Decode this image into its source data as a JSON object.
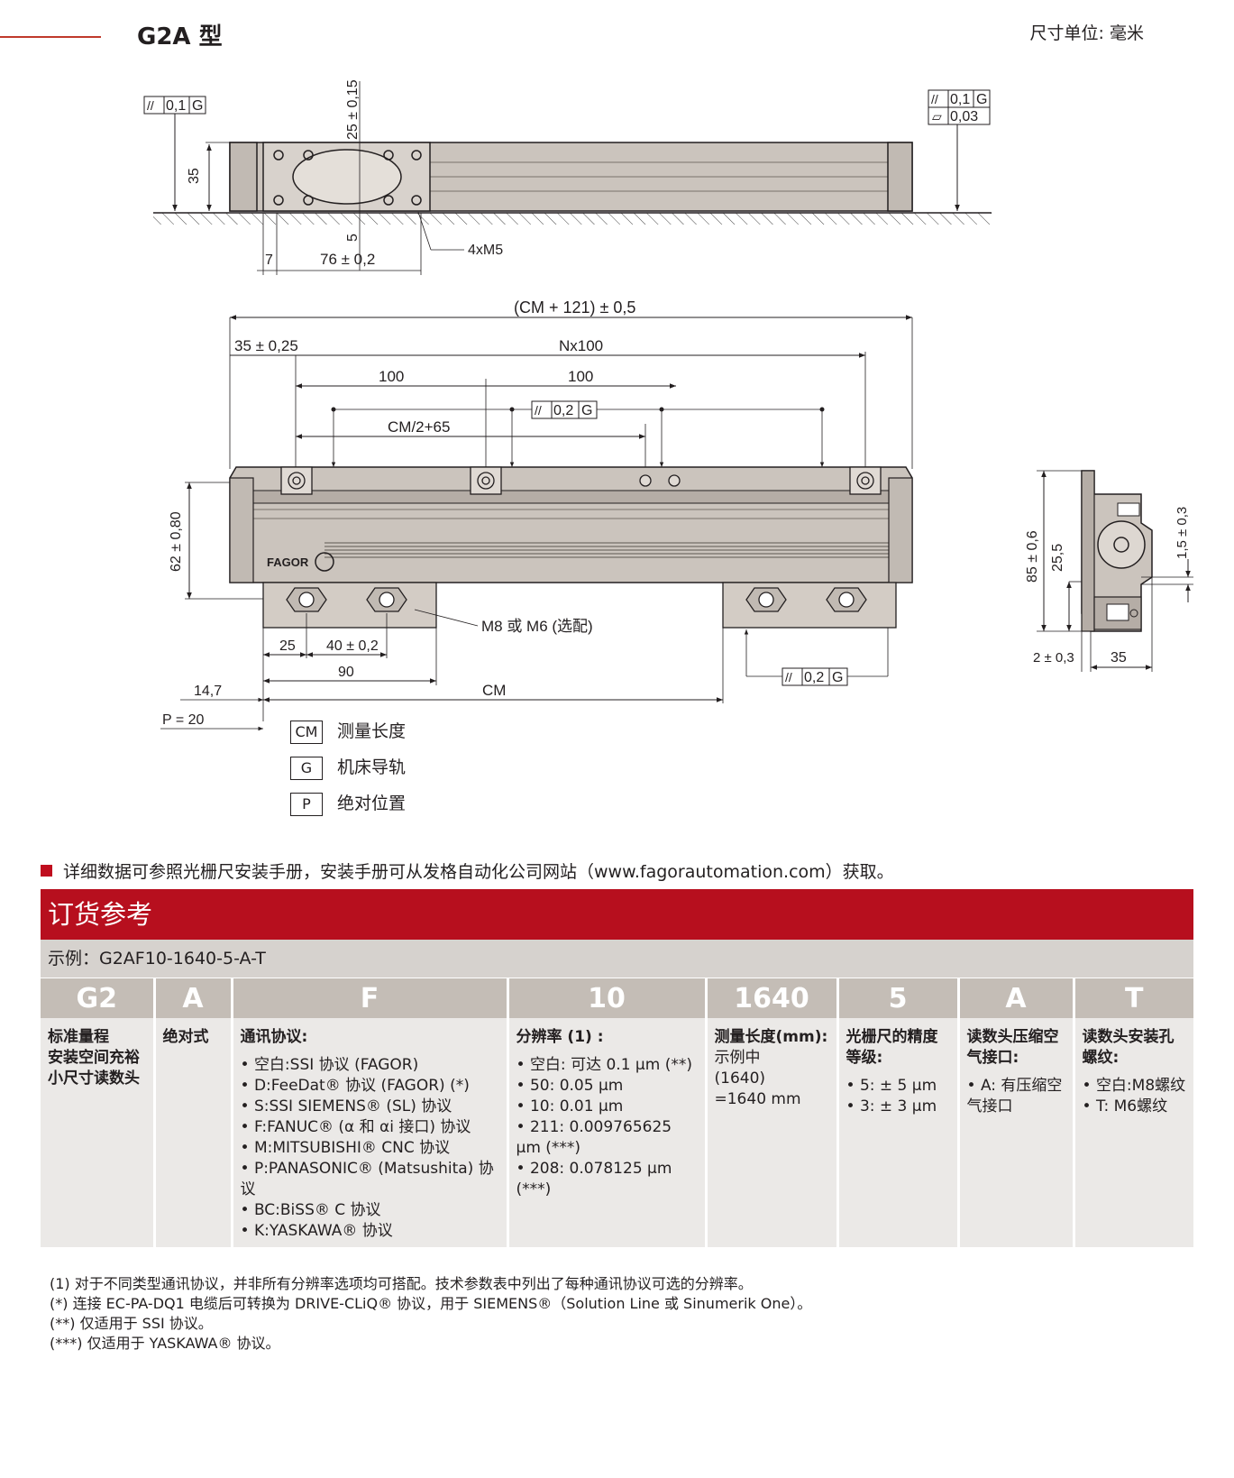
{
  "header": {
    "title": "G2A 型",
    "unit": "尺寸单位: 毫米"
  },
  "drawing": {
    "top": {
      "tol_left": [
        "0,1",
        "G"
      ],
      "tol_right_1": [
        "0,1",
        "G"
      ],
      "tol_right_2": "0,03",
      "dim_25": "25 ± 0,15",
      "dim_35": "35",
      "dim_5": "5",
      "dim_7": "7",
      "dim_76": "76 ± 0,2",
      "thread": "4xM5"
    },
    "front": {
      "overall": "(CM + 121) ± 0,5",
      "dim_35": "35 ± 0,25",
      "pitch": "Nx100",
      "d100a": "100",
      "d100b": "100",
      "tol_mid": [
        "0,2",
        "G"
      ],
      "cm_half": "CM/2+65",
      "h62": "62 ± 0,80",
      "brand": "FAGOR",
      "screw": "M8 或 M6 (选配)",
      "d25": "25",
      "d40": "40 ± 0,2",
      "d90": "90",
      "d14": "14,7",
      "cm": "CM",
      "p20": "P = 20",
      "tol_bottom": [
        "0,2",
        "G"
      ]
    },
    "side": {
      "h85": "85 ± 0,6",
      "h25": "25,5",
      "h15": "1,5 ± 0,3",
      "w2": "2 ± 0,3",
      "w35": "35"
    }
  },
  "legend": [
    {
      "code": "CM",
      "text": "测量长度"
    },
    {
      "code": "G",
      "text": "机床导轨"
    },
    {
      "code": "P",
      "text": "绝对位置"
    }
  ],
  "note": "详细数据可参照光栅尺安装手册，安装手册可从发格自动化公司网站（www.fagorautomation.com）获取。",
  "order": {
    "title": "订货参考",
    "example": "示例：G2AF10-1640-5-A-T",
    "columns": [
      {
        "code": "G2",
        "lines": [
          "标准量程",
          "安装空间充裕",
          "小尺寸读数头"
        ],
        "items": []
      },
      {
        "code": "A",
        "lines": [
          "绝对式"
        ],
        "items": []
      },
      {
        "code": "F",
        "lines": [
          "通讯协议:"
        ],
        "items": [
          "空白:SSI 协议 (FAGOR)",
          "D:FeeDat® 协议 (FAGOR) (*)",
          "S:SSI SIEMENS® (SL) 协议",
          "F:FANUC® (α 和 αi 接口) 协议",
          "M:MITSUBISHI® CNC 协议",
          "P:PANASONIC® (Matsushita) 协议",
          "BC:BiSS® C 协议",
          "K:YASKAWA® 协议"
        ]
      },
      {
        "code": "10",
        "lines": [
          "分辨率 (1) :"
        ],
        "items": [
          "空白: 可达 0.1 µm (**)",
          "50: 0.05 µm",
          "10: 0.01 µm",
          "211: 0.009765625 µm (***)",
          "208: 0.078125 µm (***)"
        ]
      },
      {
        "code": "1640",
        "lines": [
          "测量长度(mm):",
          "示例中",
          "(1640)",
          "=1640 mm"
        ],
        "items": []
      },
      {
        "code": "5",
        "lines": [
          "光栅尺的精度等级:"
        ],
        "items": [
          "5: ± 5 µm",
          "3: ± 3 µm"
        ]
      },
      {
        "code": "A",
        "lines": [
          "读数头压缩空气接口:"
        ],
        "items": [
          "A: 有压缩空气接口"
        ]
      },
      {
        "code": "T",
        "lines": [
          "读数头安装孔螺纹:"
        ],
        "items": [
          "空白:M8螺纹",
          "T: M6螺纹"
        ]
      }
    ]
  },
  "footnotes": [
    "(1)  对于不同类型通讯协议，并非所有分辨率选项均可搭配。技术参数表中列出了每种通讯协议可选的分辨率。",
    "(*)  连接 EC-PA-DQ1 电缆后可转换为 DRIVE-CLiQ® 协议，用于 SIEMENS®（Solution Line 或 Sinumerik One）。",
    "(**)  仅适用于 SSI 协议。",
    "(***)  仅适用于 YASKAWA® 协议。"
  ]
}
